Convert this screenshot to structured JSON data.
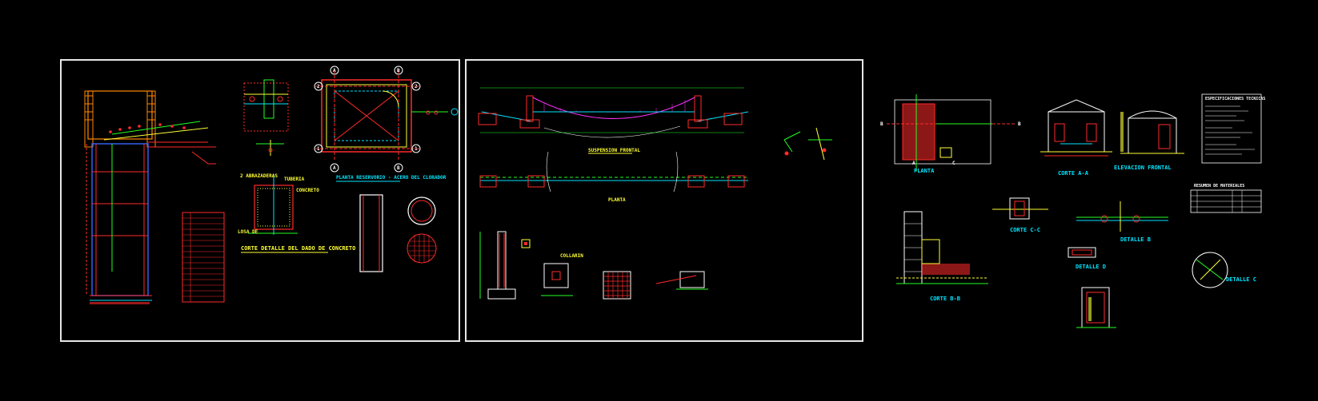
{
  "colors": {
    "background": "#000000",
    "sheet_border": "#e6e6e6",
    "red": "#ff2a2a",
    "green": "#22ff22",
    "cyan": "#00e5ff",
    "yellow": "#ffff33",
    "magenta": "#ff33ff",
    "white": "#ffffff",
    "orange": "#ff8800",
    "blue": "#3366ff"
  },
  "sheet1": {
    "corte_detalle": "CORTE DETALLE DEL DADO DE CONCRETO",
    "planta_reservorio": "PLANTA RESERVORIO - ACERO DEL CLORADOR",
    "grid_a": "A",
    "grid_b": "B",
    "grid_1": "1",
    "grid_2": "2"
  },
  "sheet2": {
    "collarin": "COLLARIN",
    "pase_aereo": "PLANTA"
  },
  "sheet3": {
    "planta": "PLANTA",
    "corte_aa": "CORTE A-A",
    "elevacion_frontal": "ELEVACION FRONTAL",
    "corte_cc": "CORTE C-C",
    "detalle_b": "DETALLE B",
    "detalle_d": "DETALLE D",
    "detalle_c": "DETALLE C",
    "corte_bb": "CORTE B-B",
    "especificaciones": "ESPECIFICACIONES TECNICAS",
    "resumen": "RESUMEN DE MATERIALES",
    "mark_a": "A",
    "mark_b": "B",
    "mark_c": "C"
  }
}
